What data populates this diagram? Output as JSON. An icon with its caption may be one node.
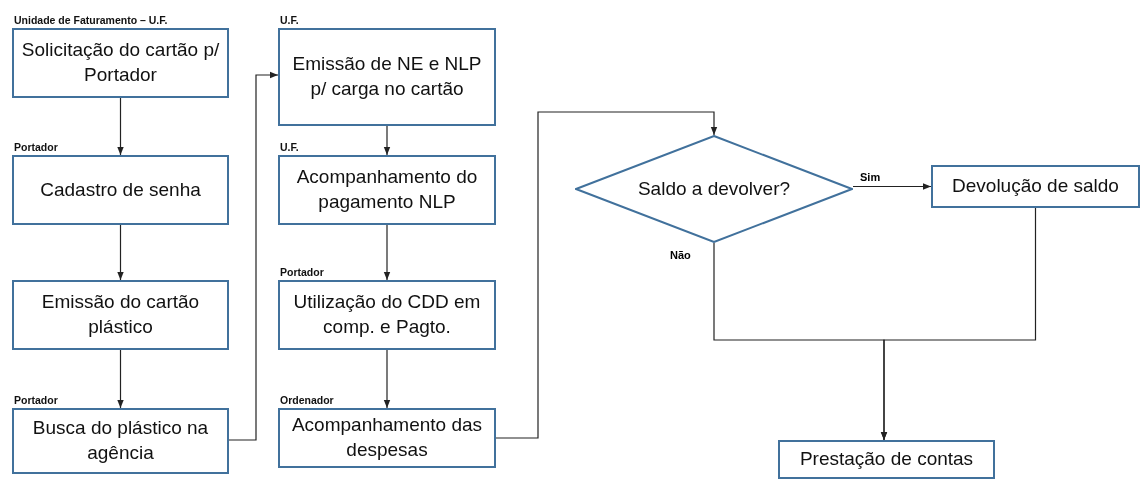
{
  "diagram": {
    "nodes": [
      {
        "text": [
          "Solicitação do cartão p/ Portador"
        ],
        "beside": [
          "Unidade de Faturamento – U.F."
        ]
      },
      {
        "text": [
          "Cadastro de senha"
        ],
        "beside": [
          "Portador"
        ]
      },
      {
        "text": [
          "Emissão do cartão plástico"
        ]
      },
      {
        "text": [
          "Busca do plástico na agência"
        ],
        "beside": [
          "Portador"
        ]
      },
      {
        "text": [
          "Emissão de NE e NLP p/ carga no cartão"
        ],
        "beside": [
          "U.F."
        ]
      },
      {
        "text": [
          "Acompanhamento do pagamento NLP"
        ],
        "beside": [
          "U.F."
        ]
      },
      {
        "text": [
          "Utilização do CDD em comp. e Pagto."
        ],
        "beside": [
          "Portador"
        ]
      },
      {
        "text": [
          "Acompanhamento das despesas"
        ],
        "beside": [
          "Ordenador"
        ]
      },
      {
        "text": [
          "Saldo a devolver?"
        ]
      },
      {
        "text": [
          "Devolução de saldo"
        ]
      },
      {
        "text": [
          "Prestação de contas"
        ]
      }
    ],
    "edges": [
      {
        "from": 0,
        "to": 1,
        "arrow": "to"
      },
      {
        "from": 1,
        "to": 2,
        "arrow": "to"
      },
      {
        "from": 2,
        "to": 3,
        "arrow": "to"
      },
      {
        "from": 3,
        "to": 4,
        "arrow": "to"
      },
      {
        "from": 4,
        "to": 5,
        "arrow": "to"
      },
      {
        "from": 5,
        "to": 6,
        "arrow": "to"
      },
      {
        "from": 6,
        "to": 7,
        "arrow": "to"
      },
      {
        "from": 7,
        "to": 8,
        "arrow": "to"
      },
      {
        "from": 8,
        "to": 9,
        "arrow": "to",
        "label": "Sim"
      },
      {
        "from": 8,
        "to": 10,
        "arrow": "to",
        "label": "Não"
      },
      {
        "from": 9,
        "to": 10,
        "arrow": "to"
      }
    ]
  }
}
